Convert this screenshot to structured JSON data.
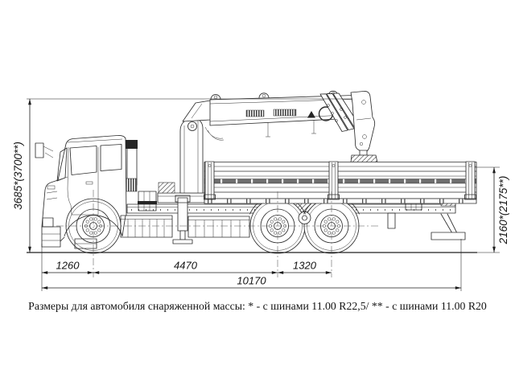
{
  "diagram": {
    "line_color": "#2e2e2e",
    "background": "#ffffff",
    "dims": {
      "overall_height": "3685*(3700**)",
      "loading_height": "2160*(2175**)",
      "front_overhang": "1260",
      "wheelbase": "4470",
      "bogie_spacing": "1320",
      "overall_length": "10170"
    },
    "caption": "Размеры для автомобиля снаряженной массы: * - с шинами 11.00 R22,5/ ** - с шинами 11.00 R20"
  }
}
